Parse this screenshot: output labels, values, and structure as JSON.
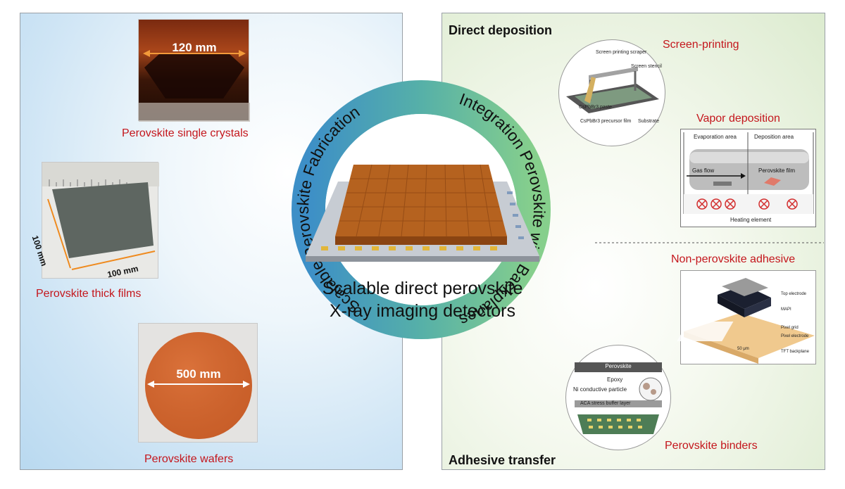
{
  "left": {
    "crystal_dim": "120 mm",
    "crystal_label": "Perovskite single crystals",
    "film_dim_vertical": "100 mm",
    "film_dim_horizontal": "100 mm",
    "film_label": "Perovskite thick films",
    "wafer_dim": "500 mm",
    "wafer_label": "Perovskite wafers"
  },
  "ring": {
    "left_arc_text": "Scalable Perovskite Fabrication",
    "right_arc_text": "Integration Perovskite with Backplanes",
    "center_line1": "Scalable direct perovskite",
    "center_line2": "X-ray imaging detectors",
    "colors": {
      "left": "#3d8fc7",
      "mid": "#56b0a8",
      "right": "#86cf8c"
    }
  },
  "right": {
    "direct_title": "Direct deposition",
    "screen_printing_label": "Screen-printing",
    "screen_printing_parts": {
      "scraper": "Screen printing scraper",
      "stencil": "Screen stencil",
      "paste": "CsPbBr3 paste",
      "precursor": "CsPbBr3 precursor film",
      "substrate": "Substrate"
    },
    "vapor_label": "Vapor deposition",
    "vapor_parts": {
      "evaporation_area": "Evaporation area",
      "deposition_area": "Deposition area",
      "gas_flow": "Gas flow",
      "perovskite_film": "Perovskite film",
      "heating_element": "Heating element"
    },
    "adhesive_title": "Adhesive transfer",
    "non_perovskite_label": "Non-perovskite adhesive",
    "non_perovskite_parts": {
      "top_electrode": "Top electrode",
      "mapi": "MAPI",
      "pixel_grid": "Pixel grid",
      "pixel_electrode": "Pixel electrode",
      "scale": "50 μm",
      "backplane": "TFT backplane"
    },
    "binders_label": "Perovskite binders",
    "binders_parts": {
      "perovskite": "Perovskite",
      "epoxy": "Epoxy",
      "particle": "Ni conductive particle",
      "buffer": "ACA stress buffer layer"
    }
  }
}
